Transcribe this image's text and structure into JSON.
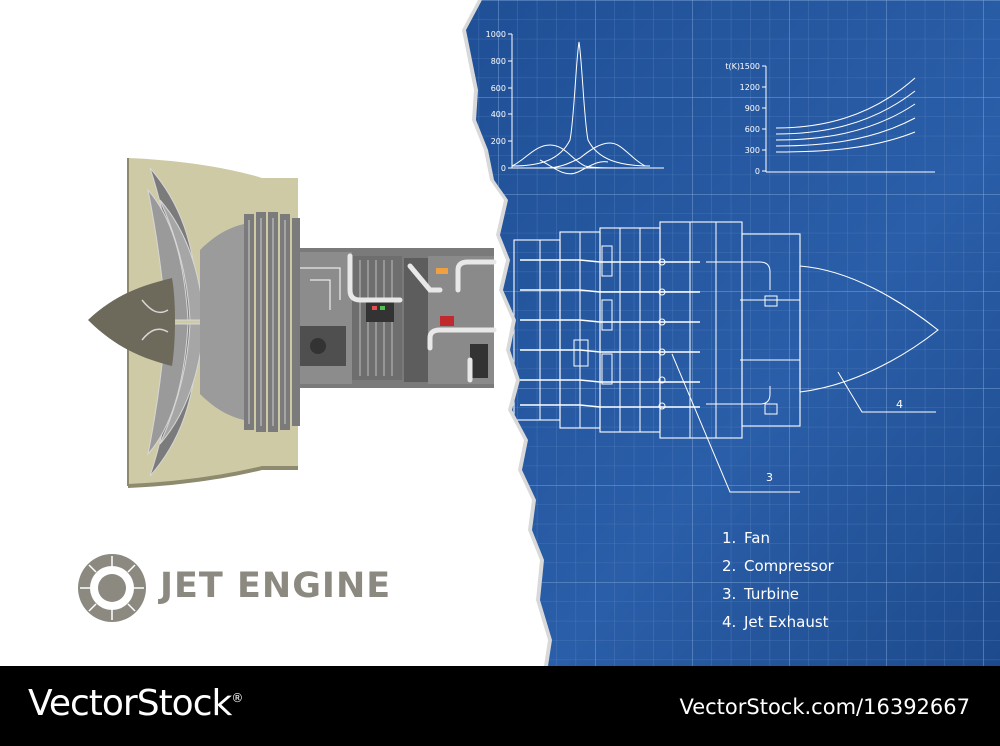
{
  "title": "JET ENGINE",
  "legend": [
    {
      "num": "1.",
      "label": "Fan"
    },
    {
      "num": "2.",
      "label": "Compressor"
    },
    {
      "num": "3.",
      "label": "Turbine"
    },
    {
      "num": "4.",
      "label": "Jet Exhaust"
    }
  ],
  "callouts": {
    "turbine": "3",
    "exhaust": "4"
  },
  "chart_left": {
    "y_ticks": [
      "1000",
      "800",
      "600",
      "400",
      "200",
      "0"
    ]
  },
  "chart_right": {
    "y_axis_label": "t(K)",
    "y_ticks": [
      "1500",
      "1200",
      "900",
      "600",
      "300",
      "0"
    ]
  },
  "watermark": {
    "brand": "VectorStock",
    "registered": "®",
    "url": "VectorStock.com/16392667"
  },
  "colors": {
    "blueprint": "#24579e",
    "engine_casing": "#cfcaa6",
    "title_gray": "#8c8a80",
    "cone": "#6d6a5b"
  }
}
